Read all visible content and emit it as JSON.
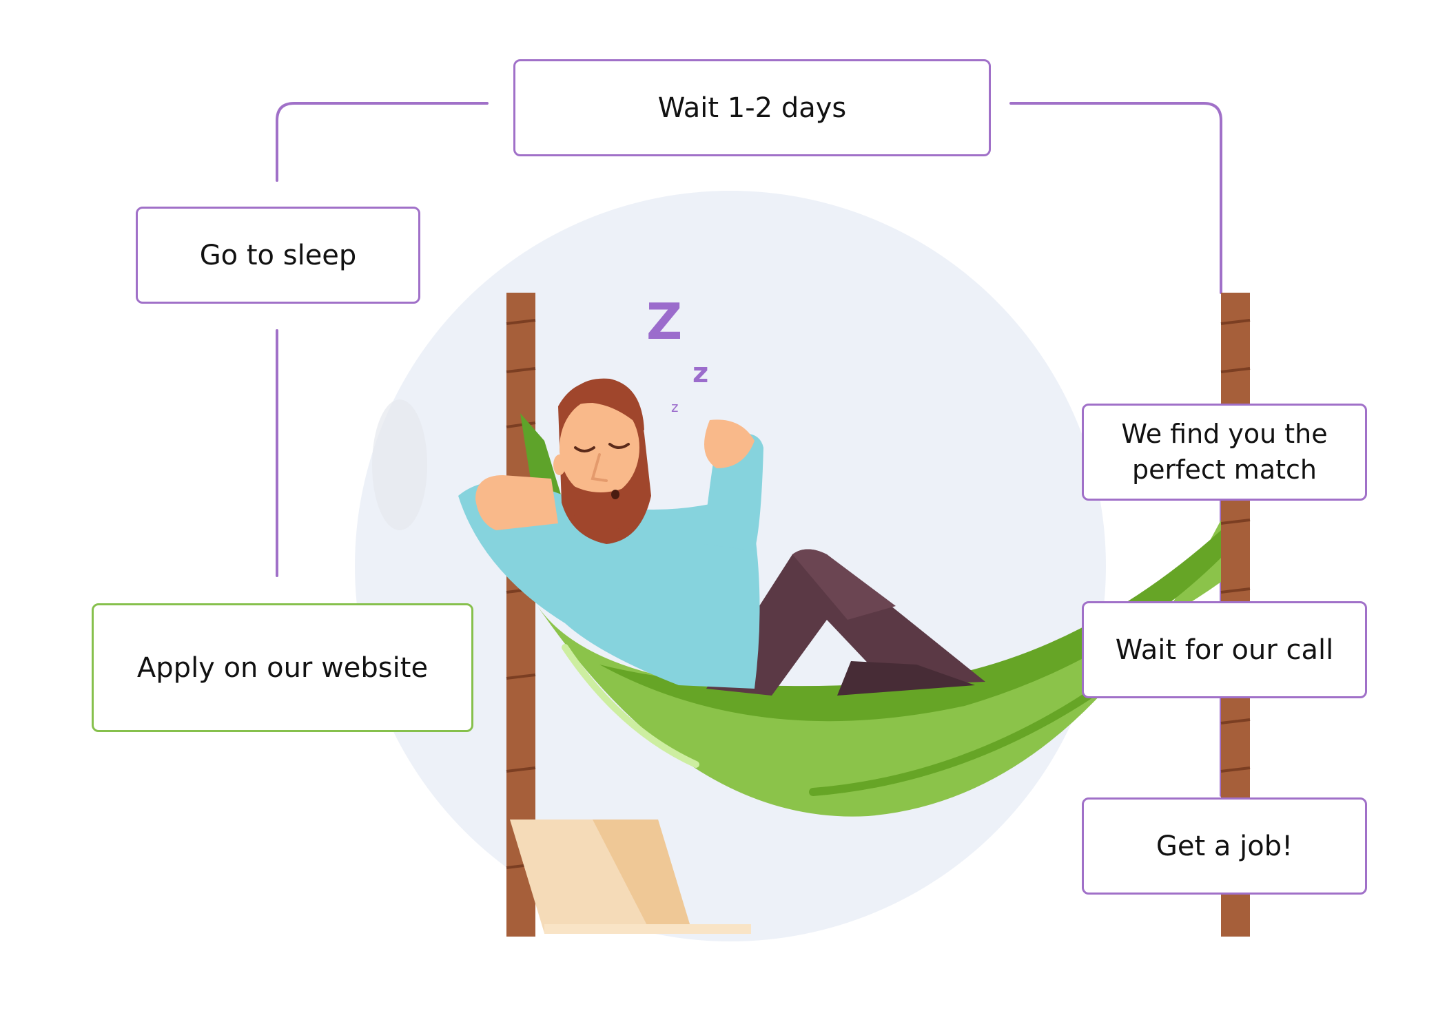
{
  "steps": {
    "apply": {
      "label": "Apply on our website"
    },
    "sleep": {
      "label": "Go to sleep"
    },
    "wait_days": {
      "label": "Wait 1-2 days"
    },
    "match": {
      "line1": "We find you the",
      "line2": "perfect match"
    },
    "call": {
      "label": "Wait for our call"
    },
    "job": {
      "label": "Get a job!"
    }
  },
  "snore": {
    "big": "Z",
    "mid": "z",
    "small": "z"
  },
  "colors": {
    "step_border": "#a070c8",
    "first_step_border": "#86c04c",
    "connector": "#a070c8",
    "backdrop_circle": "#edf1f8",
    "hammock": "#8bc34a",
    "tree_trunk": "#a65f3a"
  }
}
